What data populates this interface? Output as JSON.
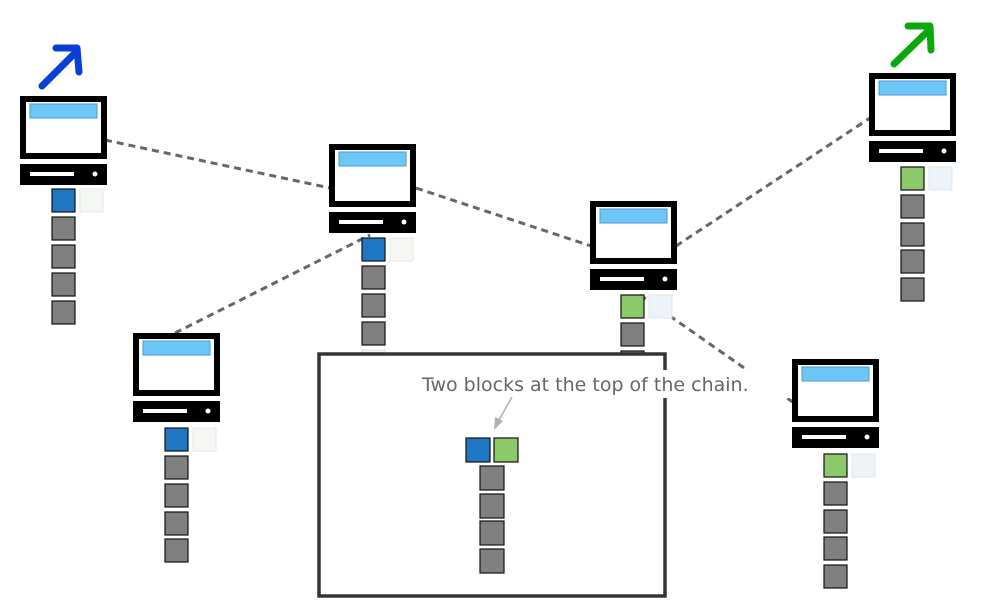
{
  "annotation": {
    "text": "Two blocks at the top of the chain."
  },
  "colors": {
    "block_blue": "#1f77c4",
    "block_green": "#8bc96a",
    "block_grey": "#808080",
    "screen": "#6cc7f7",
    "miner_arrow_blue": "#0a3fd6",
    "miner_arrow_green": "#0aa80a",
    "link": "#666666"
  },
  "nodes": [
    {
      "id": "node-1",
      "tip": "blue",
      "chain_length": 5,
      "miner_arrow": "blue"
    },
    {
      "id": "node-2",
      "tip": "blue",
      "chain_length": 5,
      "miner_arrow": null
    },
    {
      "id": "node-3",
      "tip": "blue",
      "chain_length": 5,
      "miner_arrow": null
    },
    {
      "id": "node-4",
      "tip": "green",
      "chain_length": 5,
      "miner_arrow": null
    },
    {
      "id": "node-5",
      "tip": "green",
      "chain_length": 5,
      "miner_arrow": "green"
    },
    {
      "id": "node-6",
      "tip": "green",
      "chain_length": 5,
      "miner_arrow": null
    }
  ],
  "inset": {
    "tips": [
      "blue",
      "green"
    ],
    "chain_length": 5
  }
}
